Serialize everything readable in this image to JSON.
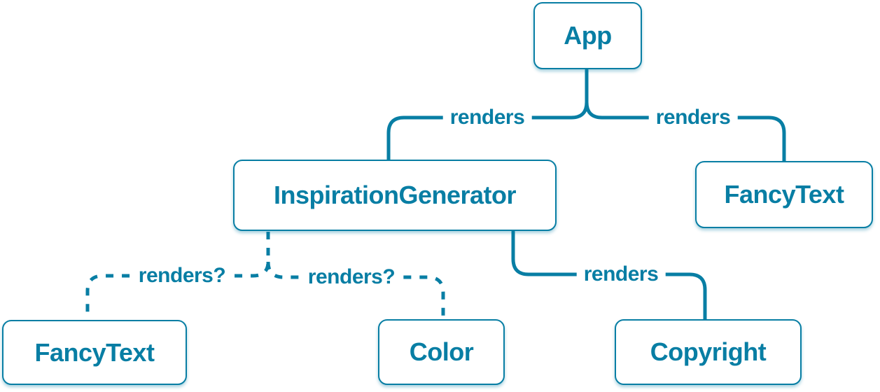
{
  "colors": {
    "accent": "#087ea4",
    "node_background": "#ffffff",
    "page_background": "#ffffff"
  },
  "nodes": [
    {
      "id": "app",
      "label": "App"
    },
    {
      "id": "inspiration-generator",
      "label": "InspirationGenerator"
    },
    {
      "id": "fancy-text-top",
      "label": "FancyText"
    },
    {
      "id": "fancy-text-bottom",
      "label": "FancyText"
    },
    {
      "id": "color",
      "label": "Color"
    },
    {
      "id": "copyright",
      "label": "Copyright"
    }
  ],
  "edges": [
    {
      "from": "App",
      "to": "InspirationGenerator",
      "label": "renders",
      "style": "solid"
    },
    {
      "from": "App",
      "to": "FancyText",
      "label": "renders",
      "style": "solid"
    },
    {
      "from": "InspirationGenerator",
      "to": "FancyText",
      "label": "renders?",
      "style": "dashed"
    },
    {
      "from": "InspirationGenerator",
      "to": "Color",
      "label": "renders?",
      "style": "dashed"
    },
    {
      "from": "InspirationGenerator",
      "to": "Copyright",
      "label": "renders",
      "style": "solid"
    }
  ]
}
